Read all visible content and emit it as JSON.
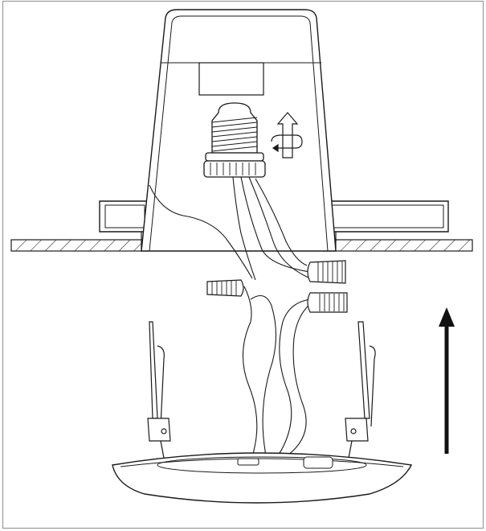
{
  "diagram": {
    "kind": "installation-illustration",
    "labels": [],
    "colors": {
      "stroke": "#1a1a1a",
      "frame": "#9a9a9a",
      "background": "#ffffff",
      "arrow": "#111111"
    },
    "components": [
      "recessed-can-housing",
      "bulb-socket",
      "rotate-out-icon",
      "ceiling-cross-section",
      "wire-nut-connectors",
      "mounting-spring-clips",
      "disc-light-fixture",
      "upward-arrow"
    ]
  }
}
